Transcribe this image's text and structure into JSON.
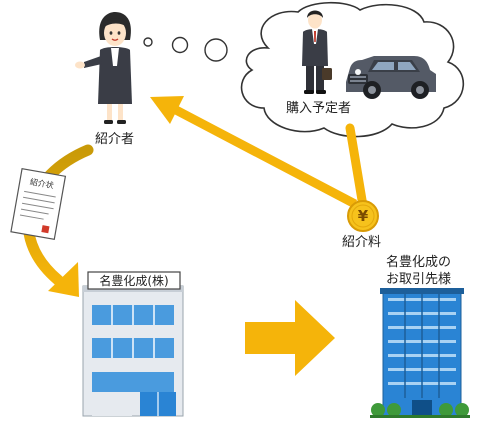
{
  "labels": {
    "introducer": "紹介者",
    "prospect": "購入予定者",
    "fee": "紹介料",
    "fee_symbol": "¥",
    "company_building": "名豊化成(株)",
    "target_line1": "名豊化成の",
    "target_line2": "お取引先様",
    "document_title": "紹介状"
  },
  "colors": {
    "arrow": "#f5b40a",
    "coin": "#f6c21c",
    "building_glass": "#4a9bde",
    "building_body": "#e6eaef",
    "tower_glass": "#2a84d4"
  }
}
